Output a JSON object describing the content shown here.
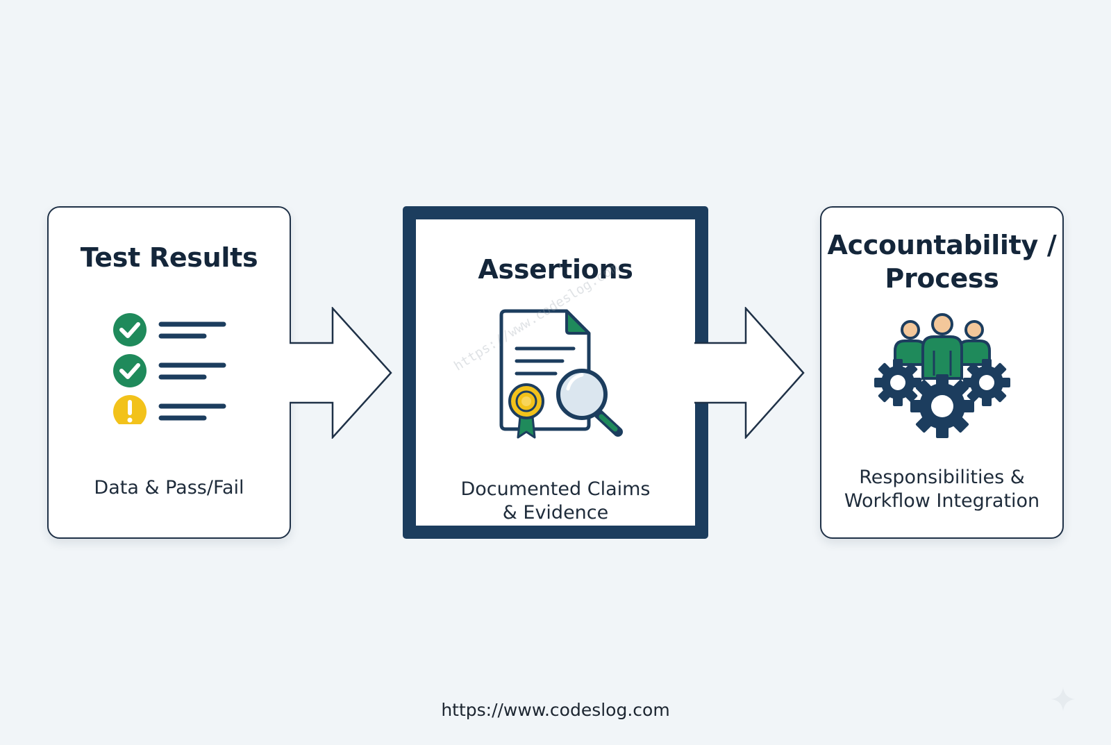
{
  "cards": [
    {
      "title": "Test Results",
      "caption": "Data & Pass/Fail",
      "icon": "checklist-icon"
    },
    {
      "title": "Assertions",
      "caption_lines": [
        "Documented Claims",
        "& Evidence"
      ],
      "icon": "document-magnifier-certificate-icon"
    },
    {
      "title_lines": [
        "Accountability /",
        "Process"
      ],
      "caption_lines": [
        "Responsibilities &",
        "Workflow Integration"
      ],
      "icon": "team-gears-icon"
    }
  ],
  "arrows": [
    "right-arrow",
    "right-arrow"
  ],
  "watermark": "https://www.codeslog.com",
  "footer_url": "https://www.codeslog.com",
  "colors": {
    "background": "#f1f5f8",
    "navy": "#1c3d5e",
    "dark_text": "#14263a",
    "green": "#1f8a5b",
    "yellow": "#f2c21b",
    "peach": "#f3c79a"
  }
}
